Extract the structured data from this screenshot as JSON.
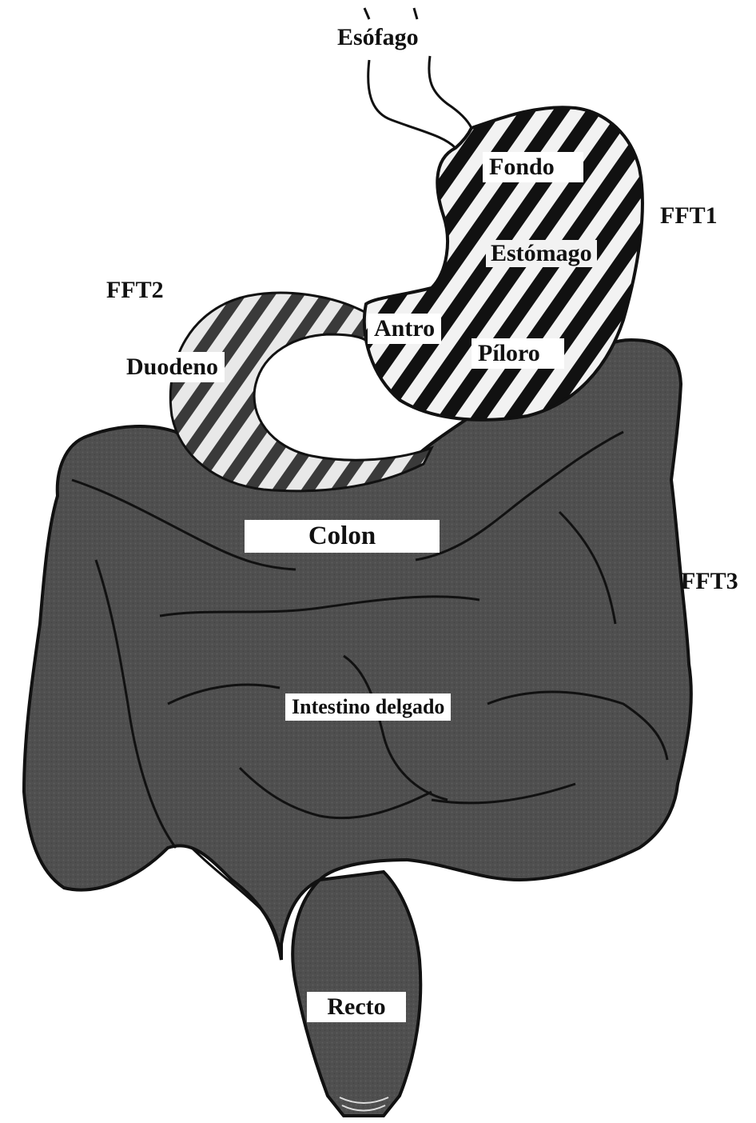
{
  "figure": {
    "labels": {
      "esophagus": "Esófago",
      "fundus": "Fondo",
      "stomach": "Estómago",
      "antrum": "Antro",
      "pylorus": "Píloro",
      "duodenum": "Duodeno",
      "colon": "Colon",
      "small_intestine": "Intestino delgado",
      "rectum": "Recto"
    },
    "regions": {
      "fft1": "FFT1",
      "fft2": "FFT2",
      "fft3": "FFT3"
    }
  },
  "colors": {
    "intestine_fill": "#4f4f4f",
    "outline": "#111111",
    "stomach_stripe_dark": "#111111",
    "stomach_stripe_light": "#f2f2f2",
    "duodenum_stripe_dark": "#3a3a3a",
    "duodenum_stripe_light": "#e8e8e8"
  }
}
